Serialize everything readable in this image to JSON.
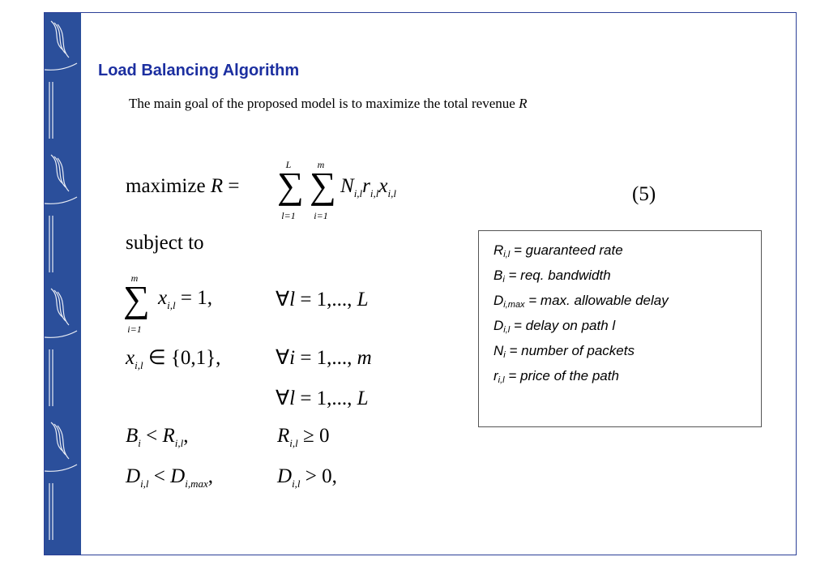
{
  "slide": {
    "title": "Load Balancing Algorithm",
    "subtitle_text": "The main goal of the proposed model is to maximize the total revenue",
    "subtitle_var": "R"
  },
  "equation": {
    "maximize": "maximize",
    "var_R": "R",
    "eq": "=",
    "sum1_upper": "L",
    "sum1_lower": "l=1",
    "sum2_upper": "m",
    "sum2_lower": "i=1",
    "term_N": "N",
    "term_r": "r",
    "term_x": "x",
    "sub_il": "i,l",
    "number": "(5)"
  },
  "constraints": {
    "subject_to": "subject to",
    "c1_upper": "m",
    "c1_lower": "i=1",
    "c1_lhs_x": "x",
    "c1_lhs_sub": "i,l",
    "c1_rhs": "= 1,",
    "c1_forall": "∀",
    "c1_var": "l",
    "c1_range": "= 1,..., ",
    "c1_end": "L",
    "c2_x": "x",
    "c2_sub": "i,l",
    "c2_in": "∈ {0,1},",
    "c2_forall": "∀",
    "c2_var": "i",
    "c2_range": "= 1,..., ",
    "c2_end": "m",
    "c3_forall": "∀",
    "c3_var": "l",
    "c3_range": "= 1,..., ",
    "c3_end": "L",
    "c4_B": "B",
    "c4_Bsub": "i",
    "c4_lt": " < ",
    "c4_R": "R",
    "c4_Rsub": "i,l",
    "c4_comma": ",",
    "c4_R2": "R",
    "c4_R2sub": "i,l",
    "c4_ge": " ≥ 0",
    "c5_D": "D",
    "c5_Dsub": "i,l",
    "c5_lt": " < ",
    "c5_D2": "D",
    "c5_D2sub": "i,max",
    "c5_comma": ",",
    "c5_D3": "D",
    "c5_D3sub": "i,l",
    "c5_gt": " > 0,"
  },
  "legend": [
    {
      "sym": "R",
      "sub": "i,l",
      "text": " = guaranteed rate"
    },
    {
      "sym": "B",
      "sub": "i",
      "text": " = req. bandwidth"
    },
    {
      "sym": "D",
      "sub": "i,max",
      "text": " = max. allowable delay"
    },
    {
      "sym": "D",
      "sub": "i,l",
      "text": " = delay on path l"
    },
    {
      "sym": "N",
      "sub": "i",
      "text": " = number of packets"
    },
    {
      "sym": "r",
      "sub": "i,l",
      "text": " = price of the path"
    }
  ],
  "colors": {
    "strip": "#2b4f9b",
    "title": "#1c2fa0",
    "border": "#2b3f97"
  }
}
